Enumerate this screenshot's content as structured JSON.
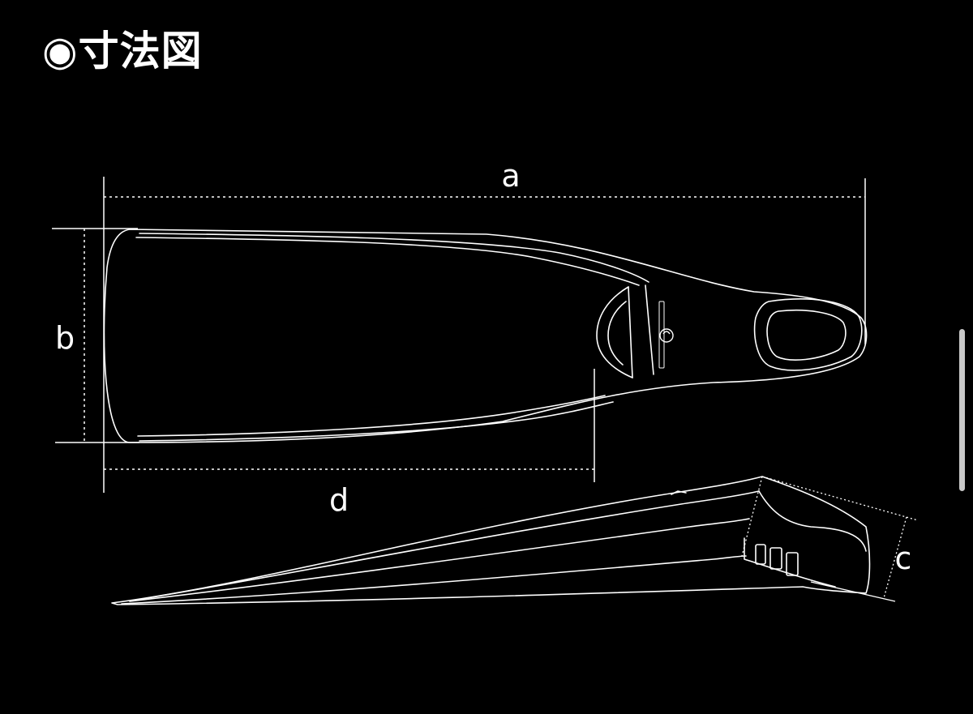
{
  "title": "◉寸法図",
  "dimensions": {
    "a": "a",
    "b": "b",
    "c": "c",
    "d": "d"
  },
  "colors": {
    "background": "#000000",
    "line": "#ffffff",
    "scrollbar": "#c9c9c9"
  }
}
